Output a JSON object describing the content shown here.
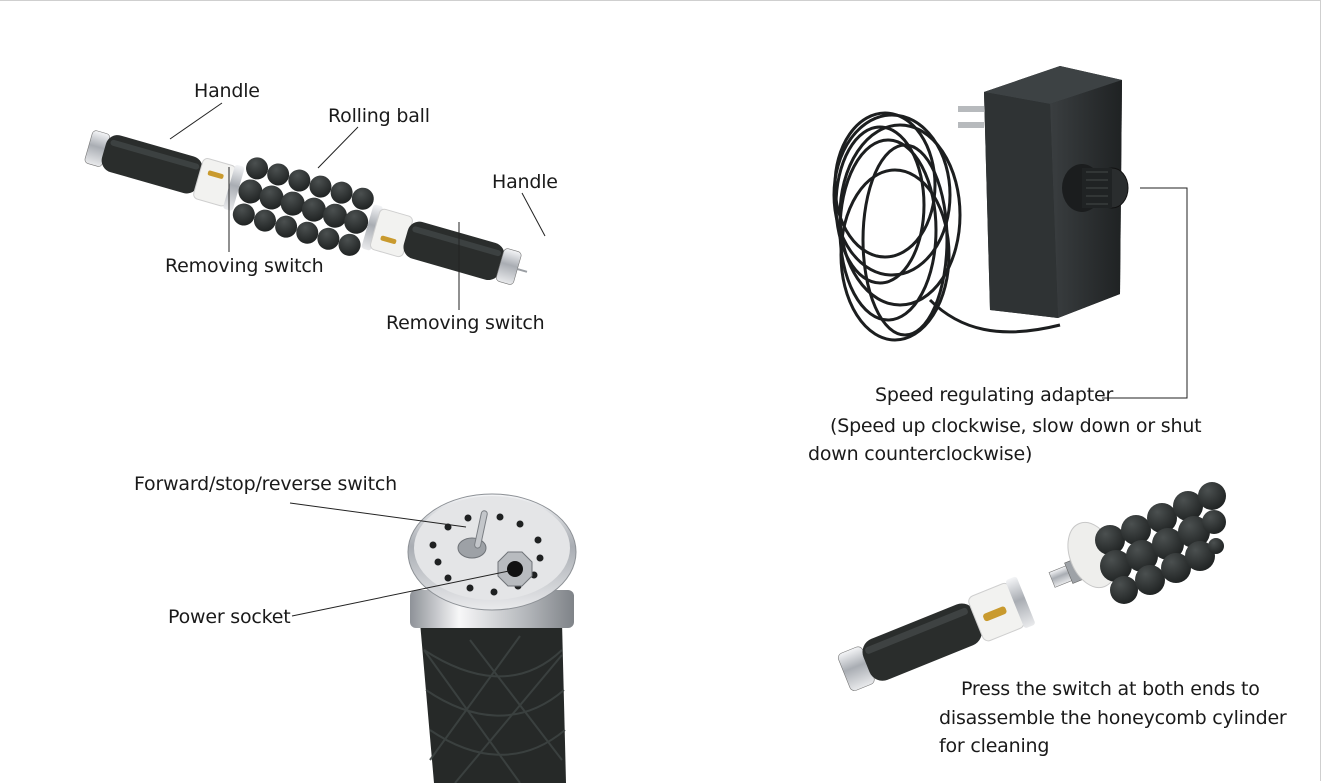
{
  "roller": {
    "label_handle_left": "Handle",
    "label_rolling_ball": "Rolling ball",
    "label_handle_right": "Handle",
    "label_removing_switch_left": "Removing switch",
    "label_removing_switch_right": "Removing switch"
  },
  "adapter": {
    "label_title": "Speed regulating adapter",
    "note_line1": "(Speed up clockwise, slow down or shut",
    "note_line2": "down counterclockwise)"
  },
  "handle_end": {
    "label_switch": "Forward/stop/reverse switch",
    "label_socket": "Power socket"
  },
  "disassembly": {
    "line1": "Press the switch at both ends to",
    "line2": "disassemble the honeycomb cylinder",
    "line3": "for cleaning"
  },
  "colors": {
    "rubber": "#2a2d2c",
    "chrome": "#c9ccd0",
    "white_part": "#f2f2f0",
    "brass": "#c99a2e",
    "adapter_body": "#2b2e2f"
  }
}
